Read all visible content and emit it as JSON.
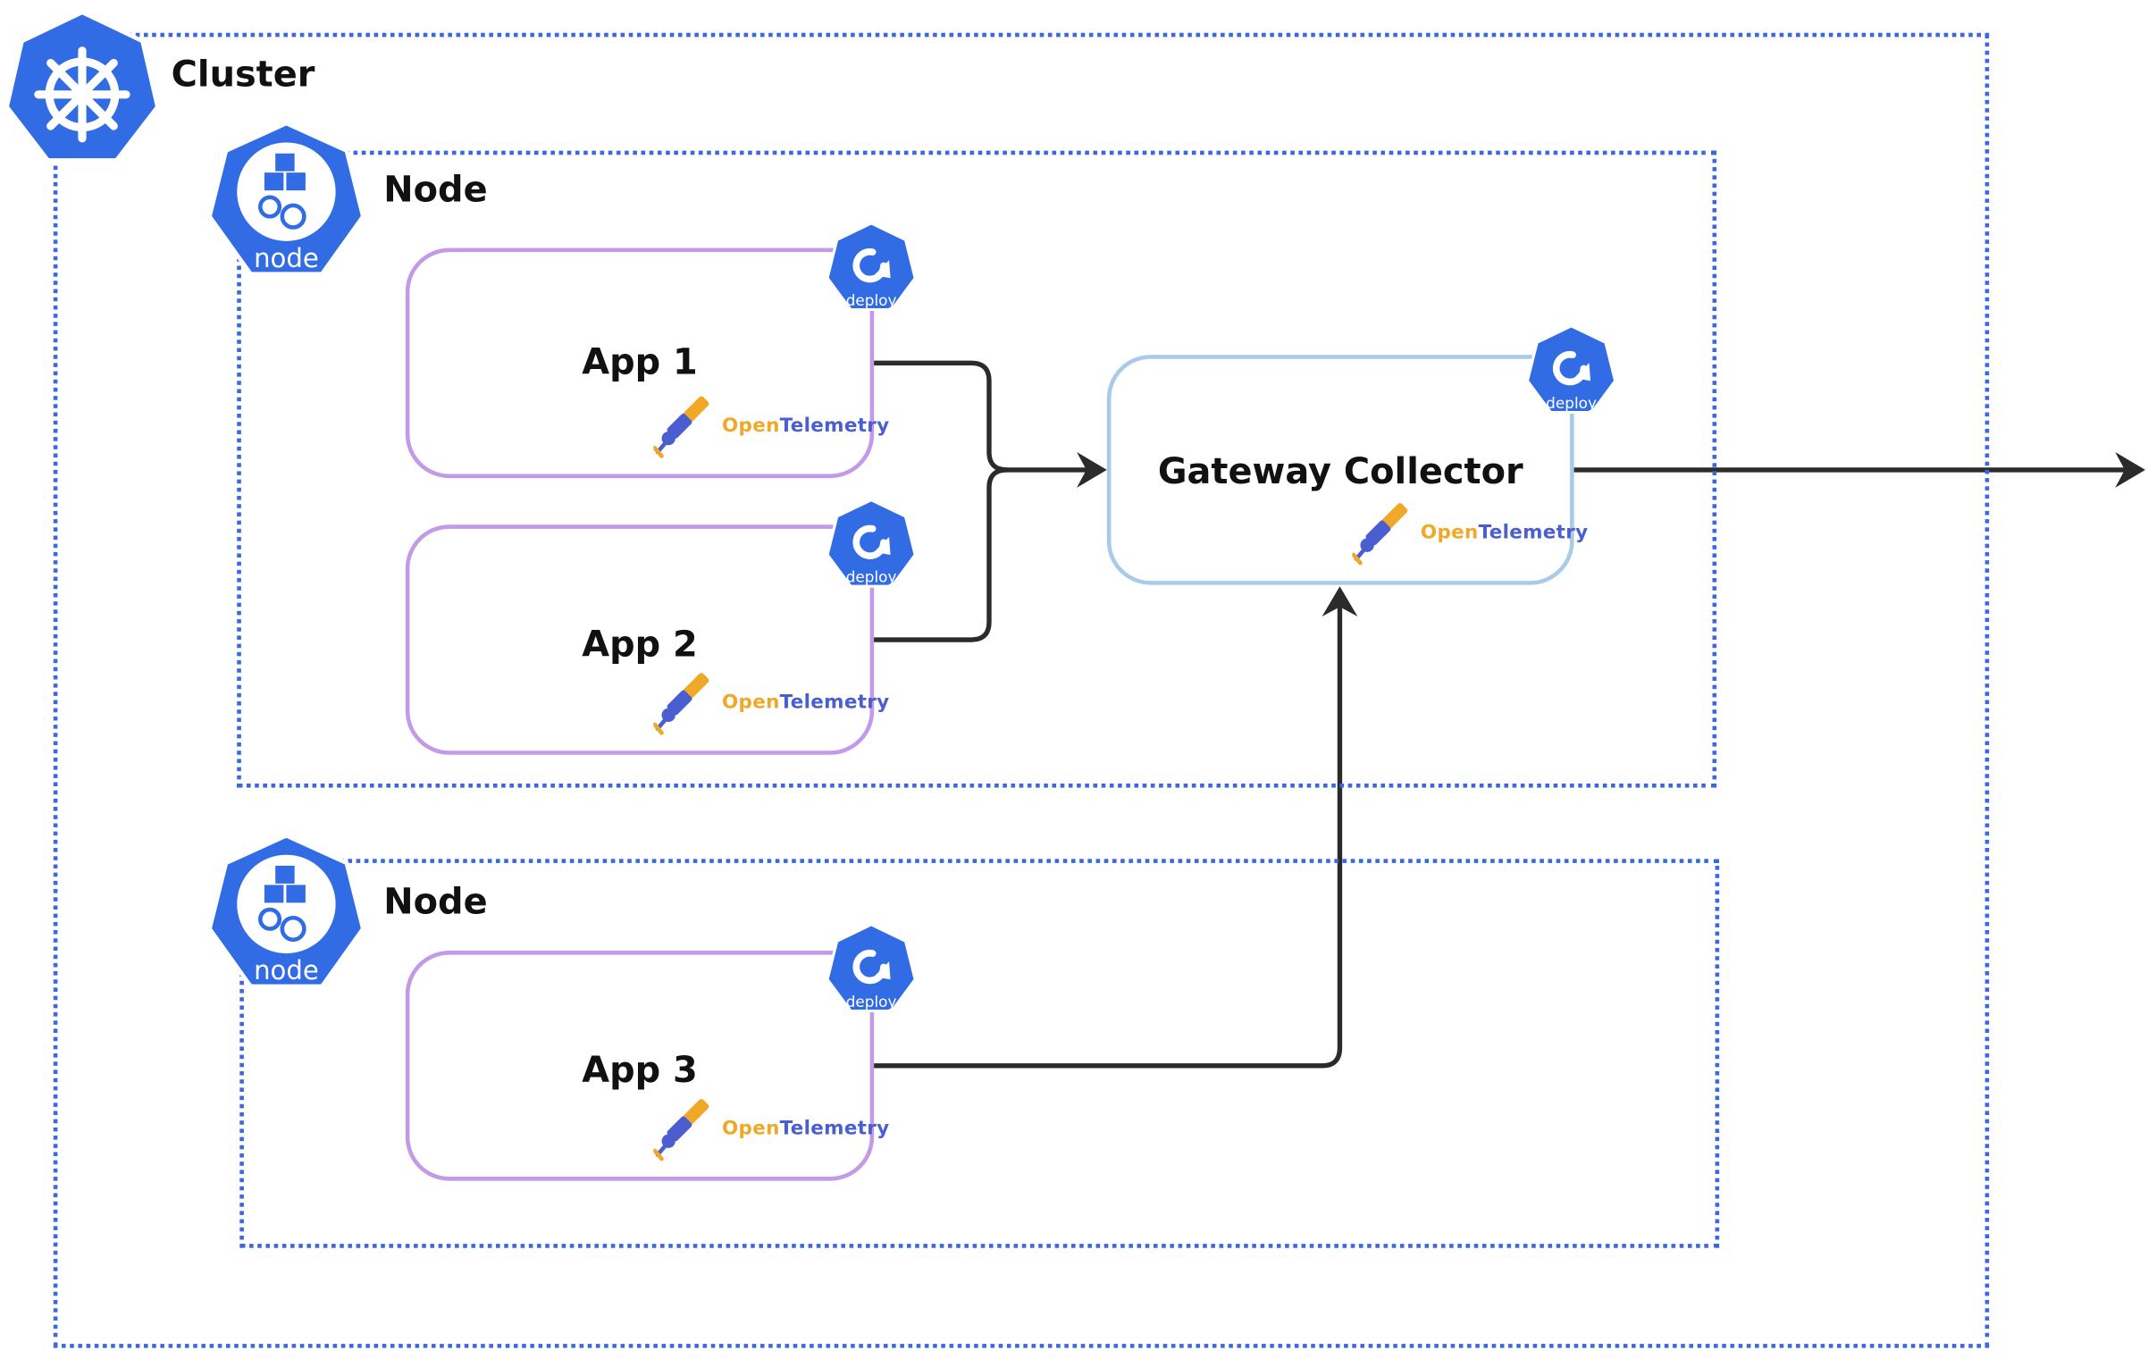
{
  "colors": {
    "frame": "#3b68e0",
    "k8s_blue": "#326ce5",
    "app_border": "#c39ae8",
    "gateway_border": "#a9cbe8",
    "arrow": "#2b2b2b",
    "otel_open": "#f0a829",
    "otel_telemetry": "#4a5ed0"
  },
  "cluster": {
    "label": "Cluster",
    "icon": "kubernetes-helm-icon"
  },
  "nodes": [
    {
      "label": "Node",
      "icon_caption": "node",
      "icon": "node-cubes-gear-icon"
    },
    {
      "label": "Node",
      "icon_caption": "node",
      "icon": "node-cubes-gear-icon"
    }
  ],
  "apps": [
    {
      "title": "App 1",
      "badge": "deploy",
      "logo_open": "Open",
      "logo_telemetry": "Telemetry"
    },
    {
      "title": "App 2",
      "badge": "deploy",
      "logo_open": "Open",
      "logo_telemetry": "Telemetry"
    },
    {
      "title": "App 3",
      "badge": "deploy",
      "logo_open": "Open",
      "logo_telemetry": "Telemetry"
    }
  ],
  "gateway": {
    "title": "Gateway Collector",
    "badge": "deploy",
    "logo_open": "Open",
    "logo_telemetry": "Telemetry"
  },
  "flows": [
    {
      "from": "App 1",
      "to": "Gateway Collector"
    },
    {
      "from": "App 2",
      "to": "Gateway Collector"
    },
    {
      "from": "App 3",
      "to": "Gateway Collector"
    },
    {
      "from": "Gateway Collector",
      "to": "external"
    }
  ]
}
